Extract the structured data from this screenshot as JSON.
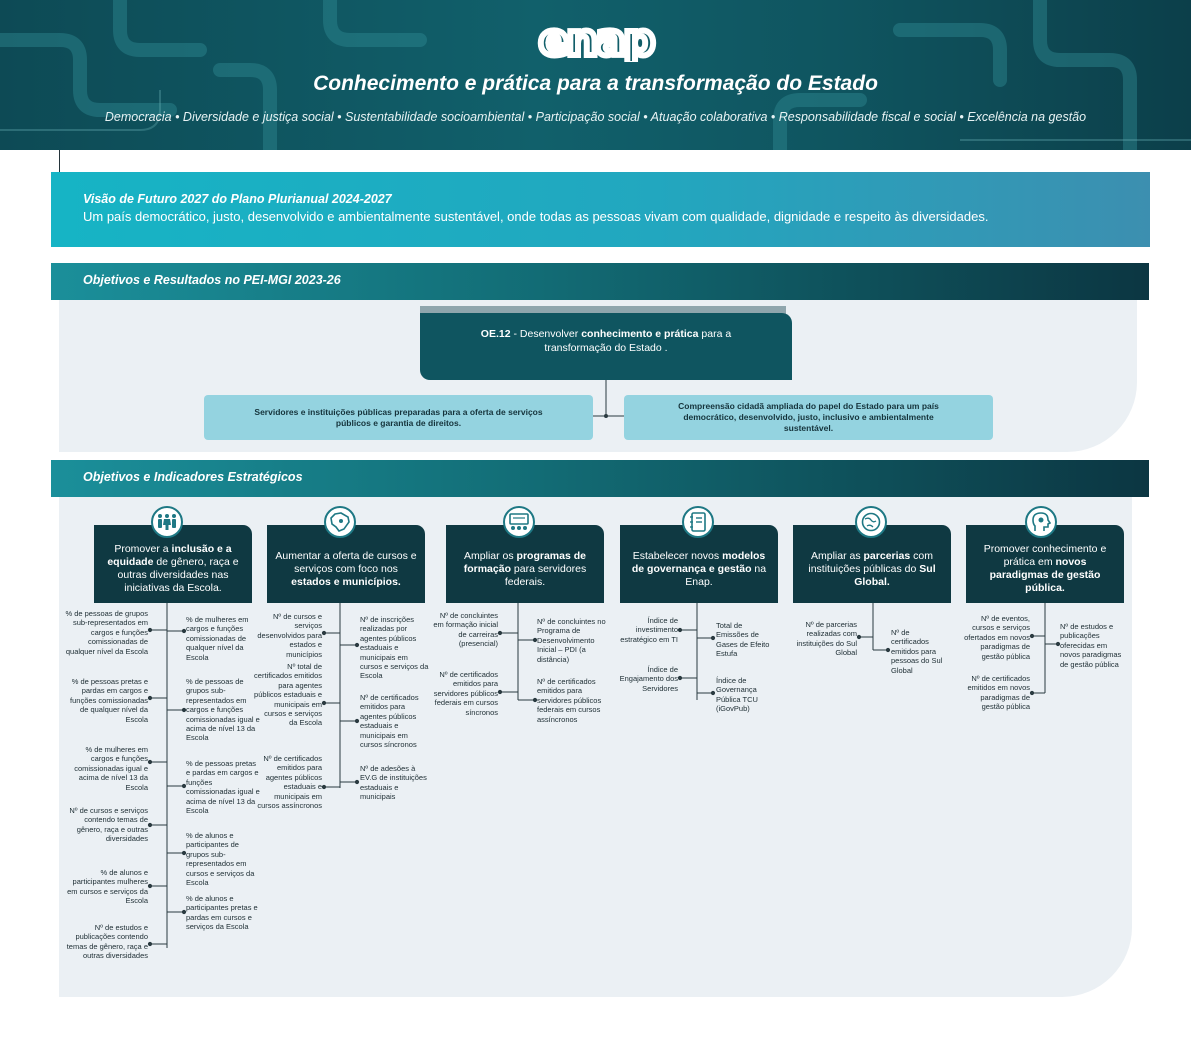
{
  "header": {
    "logo_text": "enap",
    "slogan": "Conhecimento e prática para a transformação do Estado",
    "values": "Democracia • Diversidade e justiça social • Sustentabilidade socioambiental • Participação social • Atuação colaborativa • Responsabilidade fiscal e social • Excelência na gestão"
  },
  "vision": {
    "title": "Visão de Futuro 2027 do Plano Plurianual 2024-2027",
    "description": "Um país democrático, justo, desenvolvido e ambientalmente sustentável, onde todas as pessoas vivam com qualidade, dignidade e respeito às diversidades."
  },
  "section_results": {
    "title": "Objetivos e Resultados no PEI-MGI 2023-26"
  },
  "oe12": {
    "code": "OE.12",
    "part1": " - Desenvolver ",
    "bold1": "conhecimento e prática",
    "part2": " para a transformação do Estado ."
  },
  "results": [
    "Servidores e instituições públicas preparadas para a oferta de serviços públicos e garantia de direitos.",
    "Compreensão cidadã ampliada do papel do Estado para um país democrático, desenvolvido, justo, inclusivo e ambientalmente sustentável."
  ],
  "section_objectives": {
    "title": "Objetivos e Indicadores Estratégicos"
  },
  "objectives": [
    {
      "icon": "diversity-people-icon",
      "t1": "Promover a ",
      "b1": "inclusão e a equidade",
      "t2": " de gênero, raça e outras diversidades nas iniciativas da Escola.",
      "b2": "",
      "t3": ""
    },
    {
      "icon": "brazil-map-icon",
      "t1": "Aumentar a oferta de cursos e serviços com foco nos ",
      "b1": "estados e municípios.",
      "t2": "",
      "b2": "",
      "t3": ""
    },
    {
      "icon": "training-program-icon",
      "t1": "Ampliar os ",
      "b1": "programas de formação",
      "t2": " para servidores federais.",
      "b2": "",
      "t3": ""
    },
    {
      "icon": "governance-notebook-icon",
      "t1": "Estabelecer novos ",
      "b1": "modelos de governança e gestão",
      "t2": " na Enap.",
      "b2": "",
      "t3": ""
    },
    {
      "icon": "globe-partnership-icon",
      "t1": "Ampliar as ",
      "b1": "parcerias",
      "t2": " com instituições públicas do ",
      "b2": "Sul Global.",
      "t3": ""
    },
    {
      "icon": "innovation-head-icon",
      "t1": "Promover conhecimento e prática em ",
      "b1": "novos paradigmas de gestão pública.",
      "t2": "",
      "b2": "",
      "t3": ""
    }
  ],
  "indicators": {
    "o1_left": [
      "% de pessoas de grupos sub-representados em cargos e funções comissionadas de qualquer nível da Escola",
      "% de pessoas pretas e pardas em cargos e funções comissionadas de qualquer nível da Escola",
      "% de mulheres em cargos e funções comissionadas igual e acima de nível 13 da Escola",
      "Nº de cursos e serviços contendo temas de gênero, raça e outras diversidades",
      "% de alunos e participantes mulheres em cursos e serviços da Escola",
      "Nº de estudos e publicações contendo temas de gênero, raça e outras diversidades"
    ],
    "o1_right": [
      "% de mulheres em cargos e funções comissionadas de qualquer nível da Escola",
      "% de pessoas de grupos sub-representados em cargos e funções comissionadas igual e acima de nível 13 da Escola",
      "% de pessoas pretas e pardas em cargos e funções comissionadas igual e acima de nível 13 da Escola",
      "% de alunos e participantes de grupos sub-representados em cursos e serviços da Escola",
      "% de alunos e participantes pretas e pardas em cursos e serviços da Escola"
    ],
    "o2_left": [
      "Nº de cursos e serviços desenvolvidos para estados e municípios",
      "Nº total de certificados emitidos para agentes públicos estaduais e municipais em cursos e serviços da Escola",
      "Nº de certificados emitidos para agentes públicos estaduais e municipais em cursos assíncronos"
    ],
    "o2_right": [
      "Nº de inscrições realizadas por agentes públicos estaduais e municipais em cursos e serviços da Escola",
      "Nº de certificados emitidos para agentes públicos estaduais e municipais em cursos síncronos",
      "Nº de adesões à EV.G de instituições estaduais e municipais"
    ],
    "o3_left": [
      "Nº de concluintes em formação inicial de carreiras (presencial)",
      "Nº de certificados emitidos para servidores públicos federais em cursos síncronos"
    ],
    "o3_right": [
      "Nº de concluintes no Programa de Desenvolvimento Inicial – PDI (a distância)",
      "Nº de certificados emitidos para servidores públicos federais em cursos assíncronos"
    ],
    "o4_left": [
      "Índice de investimento estratégico em TI",
      "Índice de Engajamento dos Servidores"
    ],
    "o4_right": [
      "Total de Emissões de Gases de Efeito Estufa",
      "Índice de Governança Pública TCU (iGovPub)"
    ],
    "o5_left": [
      "Nº de parcerias realizadas com instituições do Sul Global"
    ],
    "o5_right": [
      "Nº de certificados emitidos para pessoas do Sul Global"
    ],
    "o6_left": [
      "Nº de eventos, cursos e serviços ofertados em novos paradigmas de gestão pública",
      "Nº de certificados emitidos em novos paradigmas de gestão pública"
    ],
    "o6_right": [
      "Nº de estudos e publicações oferecidas em novos paradigmas de gestão pública"
    ]
  }
}
